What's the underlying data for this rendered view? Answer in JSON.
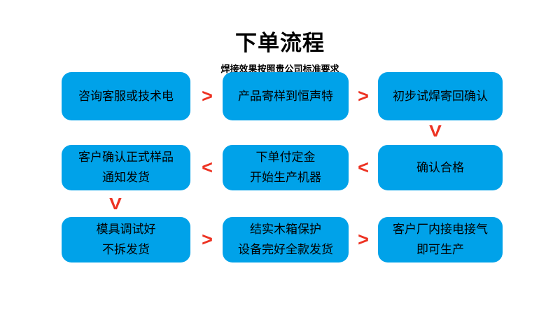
{
  "header": {
    "title": "下单流程",
    "subtitle": "焊接效果按照贵公司标准要求"
  },
  "colors": {
    "box-blue": "#00a2e9",
    "arrow-red": "#ed3222",
    "text": "#000000",
    "bg": "#ffffff"
  },
  "glyphs": {
    "right": ">",
    "left": "<",
    "down": "V"
  },
  "flow": {
    "boxes": [
      {
        "name": "consult-service",
        "lines": [
          "咨询客服或技术电"
        ]
      },
      {
        "name": "send-sample",
        "lines": [
          "产品寄样到恒声特"
        ]
      },
      {
        "name": "trial-weld-confirm",
        "lines": [
          "初步试焊寄回确认"
        ]
      },
      {
        "name": "confirm-official-sample",
        "lines": [
          "客户确认正式样品",
          "通知发货"
        ]
      },
      {
        "name": "order-pay-deposit",
        "lines": [
          "下单付定金",
          "开始生产机器"
        ]
      },
      {
        "name": "confirm-qualified",
        "lines": [
          "确认合格"
        ]
      },
      {
        "name": "mold-debugged",
        "lines": [
          "模具调试好",
          "不拆发货"
        ]
      },
      {
        "name": "wooden-crate-ship",
        "lines": [
          "结实木箱保护",
          "设备完好全款发货"
        ]
      },
      {
        "name": "customer-power-gas",
        "lines": [
          "客户厂内接电接气",
          "即可生产"
        ]
      }
    ]
  }
}
